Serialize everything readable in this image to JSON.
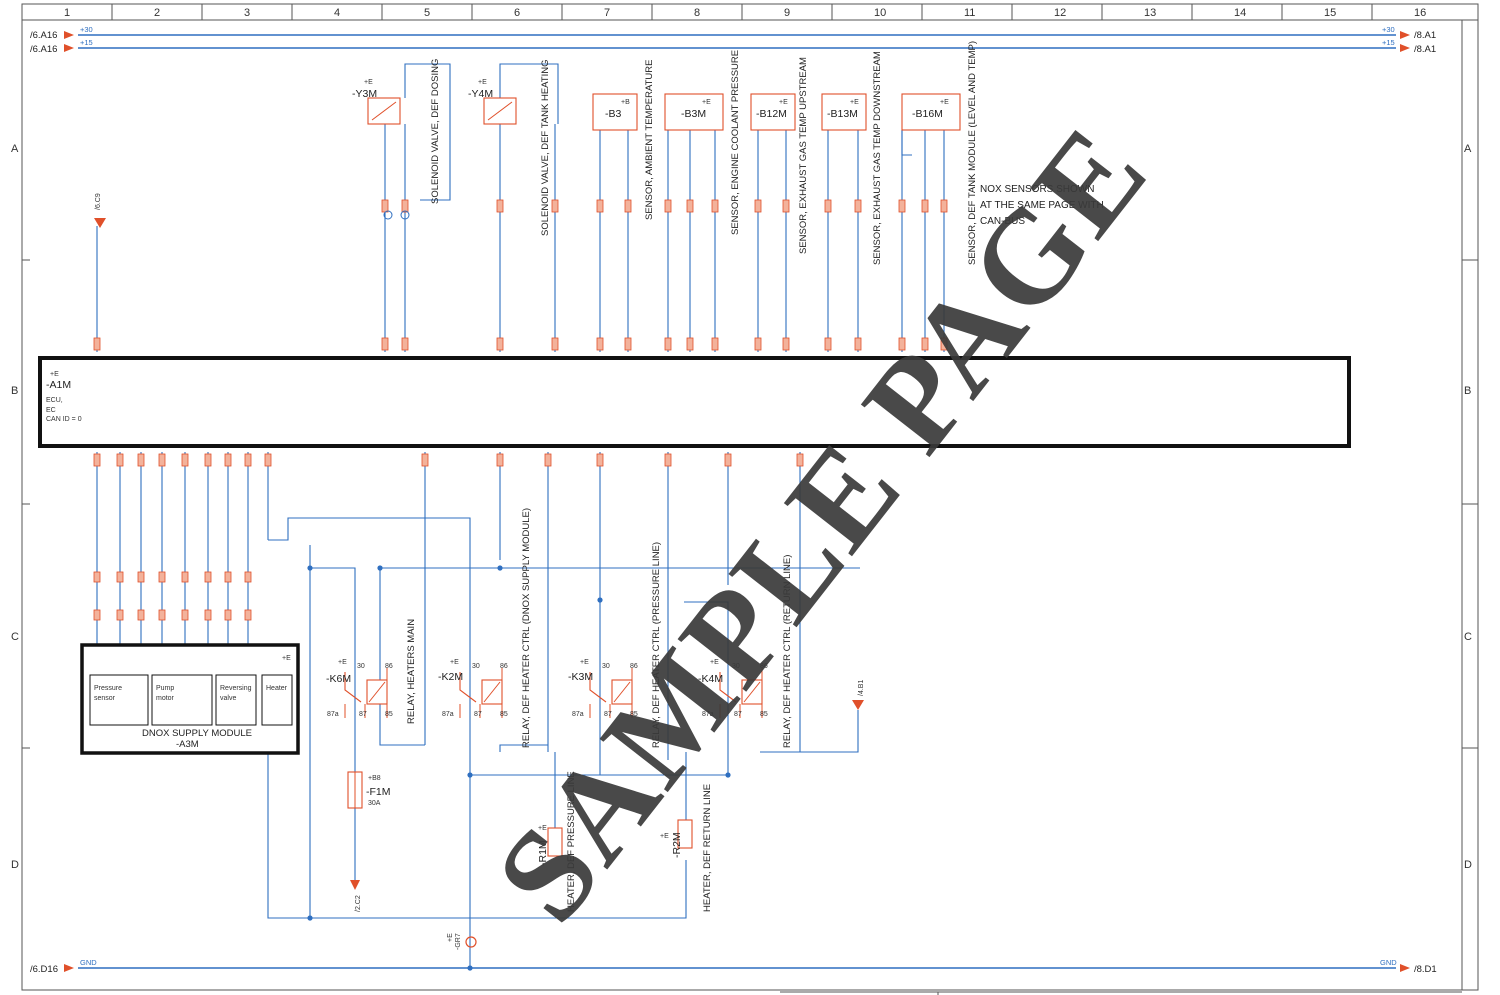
{
  "grid": {
    "columns": [
      "1",
      "2",
      "3",
      "4",
      "5",
      "6",
      "7",
      "8",
      "9",
      "10",
      "11",
      "12",
      "13",
      "14",
      "15",
      "16"
    ],
    "rows": [
      "A",
      "B",
      "C",
      "D"
    ]
  },
  "rails": {
    "r30": {
      "net": "+30",
      "left_ref": "/6.A16",
      "right_ref": "/8.A1"
    },
    "r15": {
      "net": "+15",
      "left_ref": "/6.A16",
      "right_ref": "/8.A1"
    },
    "gnd": {
      "net": "GND",
      "left_ref": "/6.D16",
      "right_ref": "/8.D1"
    }
  },
  "ecu": {
    "id": "-A1M",
    "loc": "+E",
    "desc1": "ECU,",
    "desc2": "EC",
    "canid": "CAN ID = 0"
  },
  "sensors": [
    {
      "id": "-B3",
      "loc": "+B",
      "desc": "SENSOR, AMBIENT TEMPERATURE"
    },
    {
      "id": "-B3M",
      "loc": "+E",
      "desc": "SENSOR, ENGINE COOLANT PRESSURE"
    },
    {
      "id": "-B12M",
      "loc": "+E",
      "desc": "SENSOR, EXHAUST GAS TEMP UPSTREAM"
    },
    {
      "id": "-B13M",
      "loc": "+E",
      "desc": "SENSOR, EXHAUST GAS TEMP DOWNSTREAM"
    },
    {
      "id": "-B16M",
      "loc": "+E",
      "desc": "SENSOR, DEF TANK MODULE (LEVEL AND TEMP)"
    }
  ],
  "valves": [
    {
      "id": "-Y3M",
      "loc": "+E",
      "desc": "SOLENOID VALVE, DEF DOSING"
    },
    {
      "id": "-Y4M",
      "loc": "+E",
      "desc": "SOLENOID VALVE, DEF TANK HEATING"
    }
  ],
  "note": [
    "NOX SENSORS SHOWN",
    "AT THE SAME PAGE WITH",
    "CAN-BUS"
  ],
  "ref_c9": "/6.C9",
  "dnox": {
    "title": "DNOX SUPPLY MODULE",
    "id": "-A3M",
    "loc": "+E",
    "blocks": [
      {
        "l1": "Pressure",
        "l2": "sensor"
      },
      {
        "l1": "Pump",
        "l2": "motor"
      },
      {
        "l1": "Reversing",
        "l2": "valve"
      },
      {
        "l1": "Heater",
        "l2": ""
      }
    ]
  },
  "relays": [
    {
      "id": "-K6M",
      "loc": "+E",
      "desc": "RELAY, HEATERS MAIN"
    },
    {
      "id": "-K2M",
      "loc": "+E",
      "desc": "RELAY, DEF HEATER CTRL (DNOX SUPPLY MODULE)"
    },
    {
      "id": "-K3M",
      "loc": "+E",
      "desc": "RELAY, DEF HEATER CTRL (PRESSURE LINE)"
    },
    {
      "id": "-K4M",
      "loc": "+E",
      "desc": "RELAY, DEF HEATER CTRL (RETURN LINE)"
    }
  ],
  "relay_pins": {
    "p30": "30",
    "p86": "86",
    "p87a": "87a",
    "p87": "87",
    "p85": "85"
  },
  "fuse": {
    "id": "-F1M",
    "loc": "+B8",
    "rating": "30A",
    "ref": "/2.C2"
  },
  "heaters": [
    {
      "id": "-R1M",
      "loc": "+E",
      "desc": "HEATER, DEF PRESSURE LINE"
    },
    {
      "id": "-R2M",
      "loc": "+E",
      "desc": "HEATER, DEF RETURN LINE"
    }
  ],
  "ground": {
    "id": "-GR7",
    "loc": "+E"
  },
  "ref_b1": "/4.B1",
  "watermark": "SAMPLE PAGE"
}
